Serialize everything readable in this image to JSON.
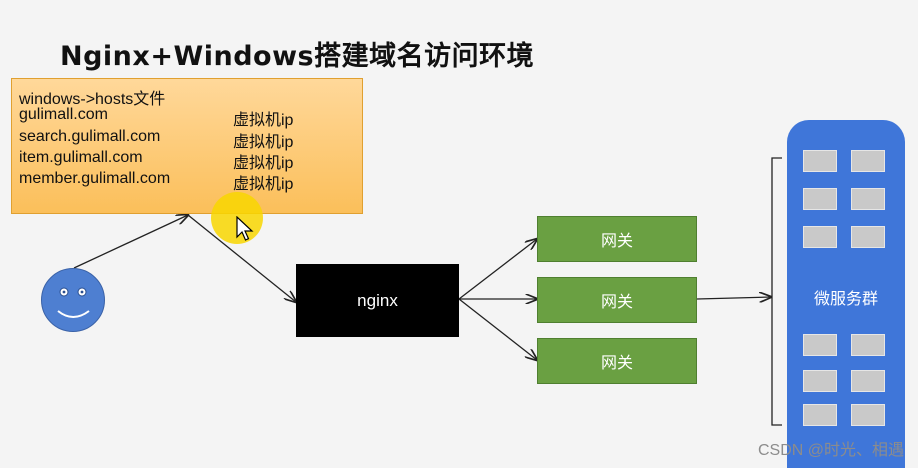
{
  "title": "Nginx+Windows搭建域名访问环境",
  "hosts_box": {
    "header": "windows->hosts文件",
    "entries": [
      {
        "domain": "gulimall.com",
        "ip": "虚拟机ip"
      },
      {
        "domain": "search.gulimall.com",
        "ip": "虚拟机ip"
      },
      {
        "domain": "item.gulimall.com",
        "ip": "虚拟机ip"
      },
      {
        "domain": "member.gulimall.com",
        "ip": "虚拟机ip"
      }
    ]
  },
  "nginx_label": "nginx",
  "gateways": [
    "网关",
    "网关",
    "网关"
  ],
  "cluster_label": "微服务群",
  "watermark": "CSDN @时光、相遇",
  "colors": {
    "hosts_fill": "#fbbf5a",
    "gateway_fill": "#6aa042",
    "cluster_fill": "#3f76d9",
    "nginx_fill": "#000000",
    "user_fill": "#4e7fd1"
  }
}
